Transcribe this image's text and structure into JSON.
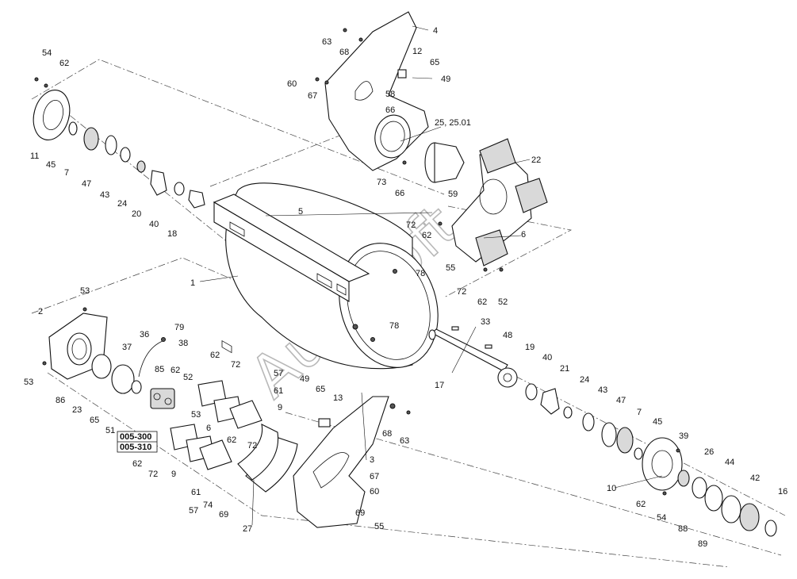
{
  "watermark": "AutoSoft",
  "variant_labels": [
    "005-300",
    "005-310"
  ],
  "callouts": [
    {
      "id": "c-54a",
      "text": "54"
    },
    {
      "id": "c-62a",
      "text": "62"
    },
    {
      "id": "c-11",
      "text": "11"
    },
    {
      "id": "c-45a",
      "text": "45"
    },
    {
      "id": "c-7a",
      "text": "7"
    },
    {
      "id": "c-47a",
      "text": "47"
    },
    {
      "id": "c-43a",
      "text": "43"
    },
    {
      "id": "c-24a",
      "text": "24"
    },
    {
      "id": "c-20",
      "text": "20"
    },
    {
      "id": "c-40a",
      "text": "40"
    },
    {
      "id": "c-18",
      "text": "18"
    },
    {
      "id": "c-63a",
      "text": "63"
    },
    {
      "id": "c-68a",
      "text": "68"
    },
    {
      "id": "c-4",
      "text": "4"
    },
    {
      "id": "c-12",
      "text": "12"
    },
    {
      "id": "c-65a",
      "text": "65"
    },
    {
      "id": "c-49a",
      "text": "49"
    },
    {
      "id": "c-60a",
      "text": "60"
    },
    {
      "id": "c-67a",
      "text": "67"
    },
    {
      "id": "c-58",
      "text": "58"
    },
    {
      "id": "c-66a",
      "text": "66"
    },
    {
      "id": "c-25",
      "text": "25, 25.01"
    },
    {
      "id": "c-22",
      "text": "22"
    },
    {
      "id": "c-73",
      "text": "73"
    },
    {
      "id": "c-66b",
      "text": "66"
    },
    {
      "id": "c-59",
      "text": "59"
    },
    {
      "id": "c-5",
      "text": "5"
    },
    {
      "id": "c-72a",
      "text": "72"
    },
    {
      "id": "c-62b",
      "text": "62"
    },
    {
      "id": "c-6a",
      "text": "6"
    },
    {
      "id": "c-55",
      "text": "55"
    },
    {
      "id": "c-78a",
      "text": "78"
    },
    {
      "id": "c-72b",
      "text": "72"
    },
    {
      "id": "c-62c",
      "text": "62"
    },
    {
      "id": "c-52a",
      "text": "52"
    },
    {
      "id": "c-1",
      "text": "1"
    },
    {
      "id": "c-78b",
      "text": "78"
    },
    {
      "id": "c-33",
      "text": "33"
    },
    {
      "id": "c-48",
      "text": "48"
    },
    {
      "id": "c-19",
      "text": "19"
    },
    {
      "id": "c-53a",
      "text": "53"
    },
    {
      "id": "c-2",
      "text": "2"
    },
    {
      "id": "c-36",
      "text": "36"
    },
    {
      "id": "c-79",
      "text": "79"
    },
    {
      "id": "c-38",
      "text": "38"
    },
    {
      "id": "c-37",
      "text": "37"
    },
    {
      "id": "c-62d",
      "text": "62"
    },
    {
      "id": "c-72c",
      "text": "72"
    },
    {
      "id": "c-85",
      "text": "85"
    },
    {
      "id": "c-62e",
      "text": "62"
    },
    {
      "id": "c-52b",
      "text": "52"
    },
    {
      "id": "c-57a",
      "text": "57"
    },
    {
      "id": "c-61a",
      "text": "61"
    },
    {
      "id": "c-17",
      "text": "17"
    },
    {
      "id": "c-40b",
      "text": "40"
    },
    {
      "id": "c-21",
      "text": "21"
    },
    {
      "id": "c-24b",
      "text": "24"
    },
    {
      "id": "c-43b",
      "text": "43"
    },
    {
      "id": "c-47b",
      "text": "47"
    },
    {
      "id": "c-7b",
      "text": "7"
    },
    {
      "id": "c-45b",
      "text": "45"
    },
    {
      "id": "c-53b",
      "text": "53"
    },
    {
      "id": "c-86",
      "text": "86"
    },
    {
      "id": "c-23",
      "text": "23"
    },
    {
      "id": "c-65b",
      "text": "65"
    },
    {
      "id": "c-51",
      "text": "51"
    },
    {
      "id": "c-53c",
      "text": "53"
    },
    {
      "id": "c-6b",
      "text": "6"
    },
    {
      "id": "c-62f",
      "text": "62"
    },
    {
      "id": "c-72d",
      "text": "72"
    },
    {
      "id": "c-9a",
      "text": "9"
    },
    {
      "id": "c-49b",
      "text": "49"
    },
    {
      "id": "c-65c",
      "text": "65"
    },
    {
      "id": "c-13",
      "text": "13"
    },
    {
      "id": "c-68b",
      "text": "68"
    },
    {
      "id": "c-63b",
      "text": "63"
    },
    {
      "id": "c-62g",
      "text": "62"
    },
    {
      "id": "c-72e",
      "text": "72"
    },
    {
      "id": "c-9b",
      "text": "9"
    },
    {
      "id": "c-61b",
      "text": "61"
    },
    {
      "id": "c-74",
      "text": "74"
    },
    {
      "id": "c-57b",
      "text": "57"
    },
    {
      "id": "c-69a",
      "text": "69"
    },
    {
      "id": "c-27",
      "text": "27"
    },
    {
      "id": "c-3",
      "text": "3"
    },
    {
      "id": "c-67b",
      "text": "67"
    },
    {
      "id": "c-60b",
      "text": "60"
    },
    {
      "id": "c-69b",
      "text": "69"
    },
    {
      "id": "c-55b",
      "text": "55"
    },
    {
      "id": "c-39",
      "text": "39"
    },
    {
      "id": "c-26",
      "text": "26"
    },
    {
      "id": "c-44",
      "text": "44"
    },
    {
      "id": "c-10",
      "text": "10"
    },
    {
      "id": "c-42",
      "text": "42"
    },
    {
      "id": "c-16",
      "text": "16"
    },
    {
      "id": "c-62h",
      "text": "62"
    },
    {
      "id": "c-54b",
      "text": "54"
    },
    {
      "id": "c-88",
      "text": "88"
    },
    {
      "id": "c-89",
      "text": "89"
    }
  ]
}
